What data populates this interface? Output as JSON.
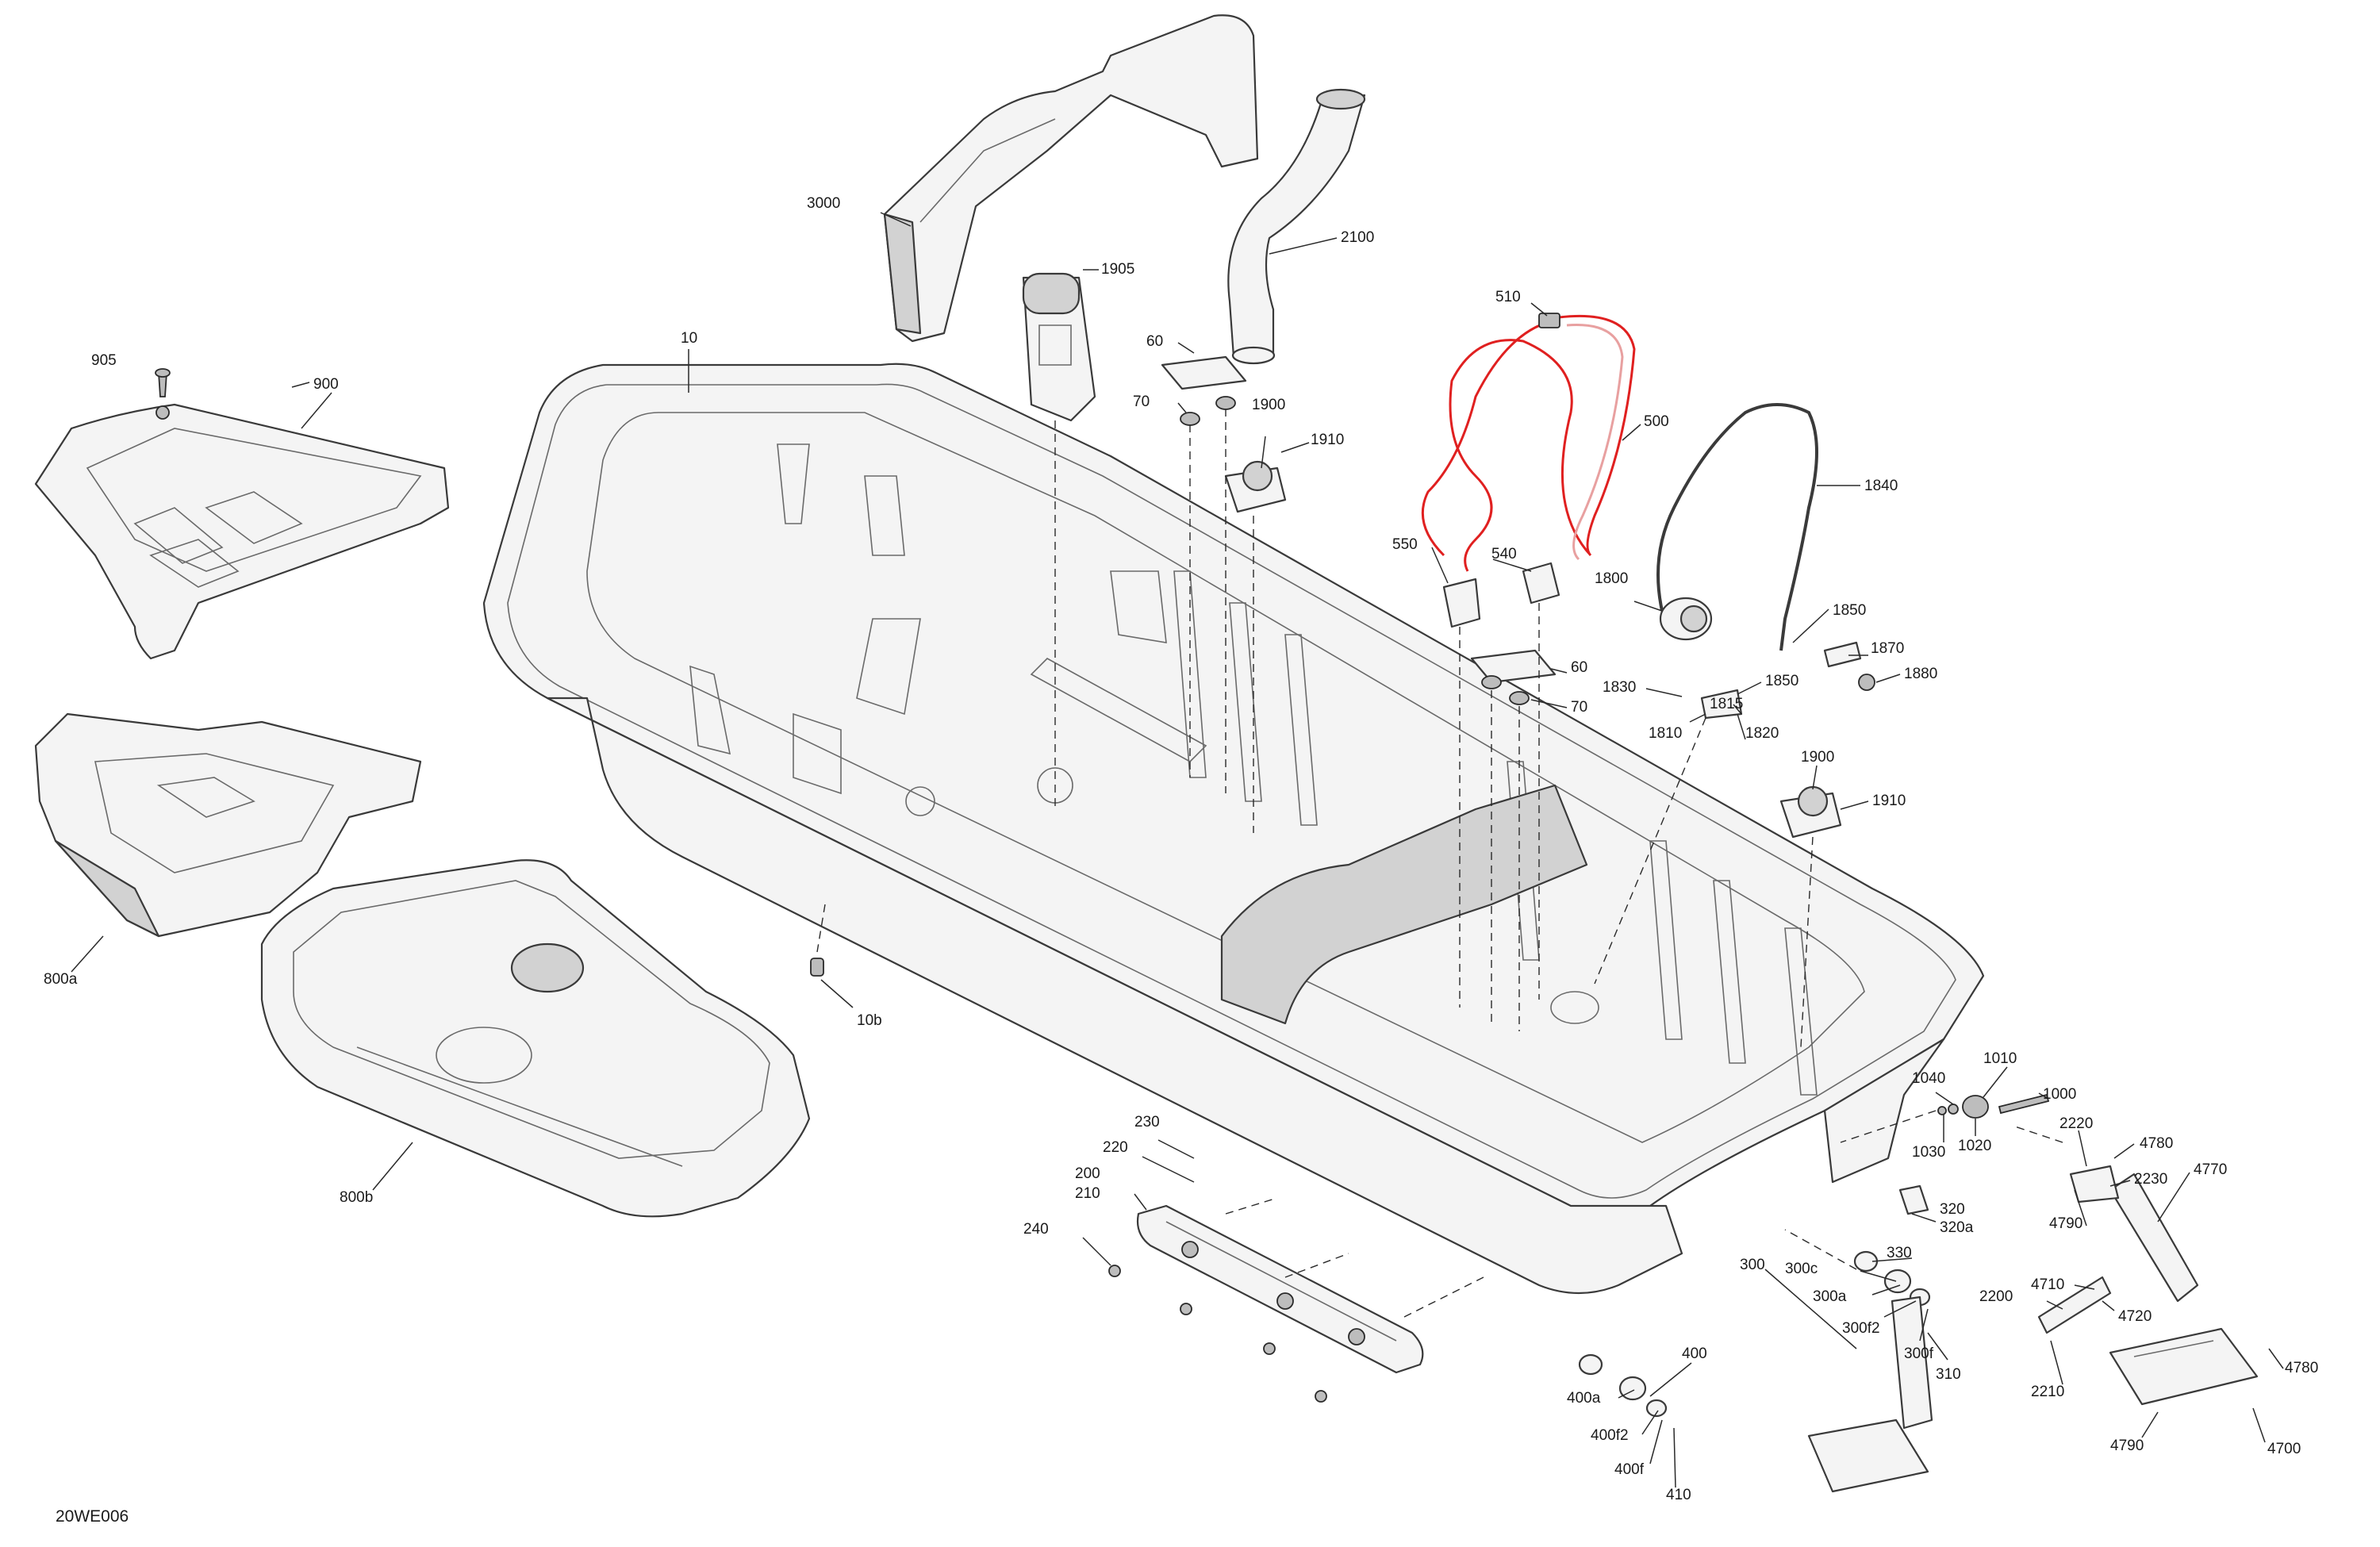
{
  "diagram": {
    "drawing_id": "20WE006",
    "highlight_color": "#e02020",
    "callouts": {
      "c3000": "3000",
      "c2100": "2100",
      "c1905": "1905",
      "c10": "10",
      "c60a": "60",
      "c70a": "70",
      "c1900a": "1900",
      "c1910a": "1910",
      "c905": "905",
      "c900": "900",
      "c510": "510",
      "c500": "500",
      "c1840": "1840",
      "c550": "550",
      "c540": "540",
      "c1800": "1800",
      "c1850a": "1850",
      "c1870": "1870",
      "c1880": "1880",
      "c60b": "60",
      "c70b": "70",
      "c1830": "1830",
      "c1850b": "1850",
      "c1815": "1815",
      "c1810": "1810",
      "c1820": "1820",
      "c1900b": "1900",
      "c1910b": "1910",
      "c800a": "800a",
      "c10b": "10b",
      "c800b": "800b",
      "c1040": "1040",
      "c1010": "1010",
      "c1000": "1000",
      "c1030": "1030",
      "c1020": "1020",
      "c2220": "2220",
      "c4780a": "4780",
      "c2230": "2230",
      "c4790a": "4790",
      "c4770": "4770",
      "c230": "230",
      "c220": "220",
      "c200": "200",
      "c210": "210",
      "c240": "240",
      "c320": "320",
      "c320a": "320a",
      "c330": "330",
      "c300": "300",
      "c300c": "300c",
      "c300a": "300a",
      "c300f2": "300f2",
      "c300f": "300f",
      "c310": "310",
      "c4710": "4710",
      "c4720": "4720",
      "c2200": "2200",
      "c2210": "2210",
      "c4780b": "4780",
      "c4700": "4700",
      "c4790b": "4790",
      "c400": "400",
      "c400a": "400a",
      "c400f2": "400f2",
      "c400f": "400f",
      "c410": "410"
    }
  }
}
